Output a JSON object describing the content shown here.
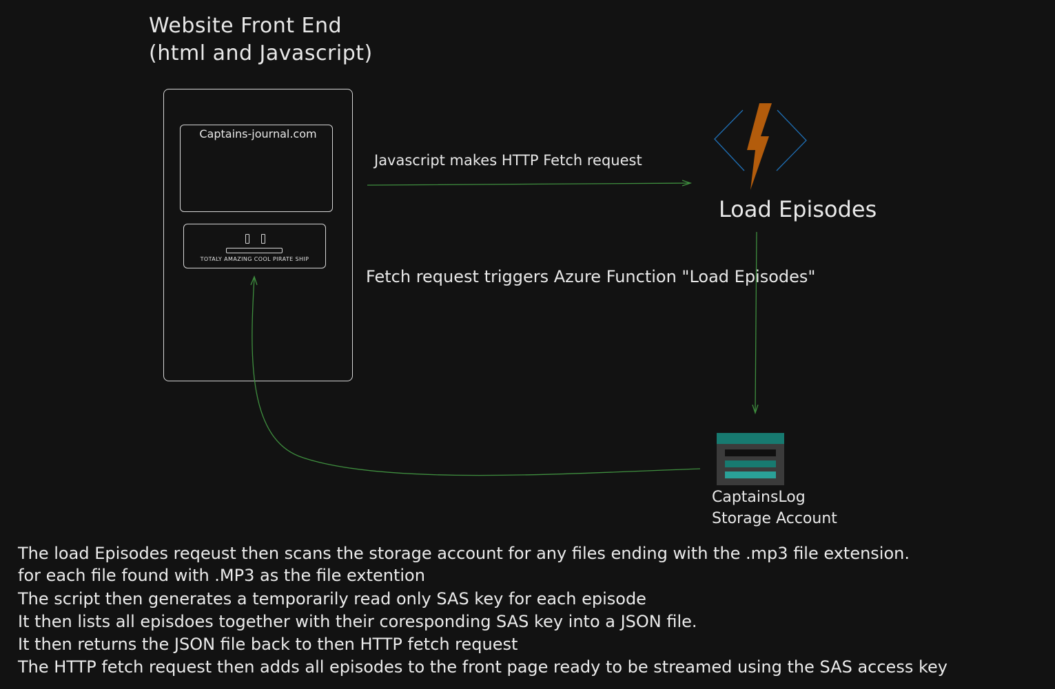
{
  "frontend": {
    "title_line1": "Website Front End",
    "title_line2": "(html and Javascript)",
    "site_label": "Captains-journal.com",
    "player_caption": "TOTALY AMAZING COOL PIRATE SHIP"
  },
  "arrows": {
    "request_label": "Javascript makes HTTP Fetch request",
    "trigger_label": "Fetch request triggers Azure Function \"Load Episodes\""
  },
  "function": {
    "label": "Load Episodes",
    "icon": "azure-function-icon",
    "bolt_color": "#b35c0c",
    "bracket_color": "#1f6fb5"
  },
  "storage": {
    "line1": "CaptainsLog",
    "line2": "Storage Account",
    "icon": "storage-account-icon",
    "accent_color": "#177a70"
  },
  "connector_color": "#3f8f3f",
  "description": [
    "The load Episodes reqeust then scans the storage account for any files ending with the .mp3 file extension.",
    "for each file found with .MP3 as the file extention",
    "The script then generates a temporarily read only SAS key for each episode",
    "It then lists all episdoes together with their coresponding SAS key into a JSON file.",
    "It then returns the JSON file back to then HTTP fetch request",
    "The HTTP fetch request then adds all episodes to the front page ready to be streamed using the SAS access key"
  ]
}
